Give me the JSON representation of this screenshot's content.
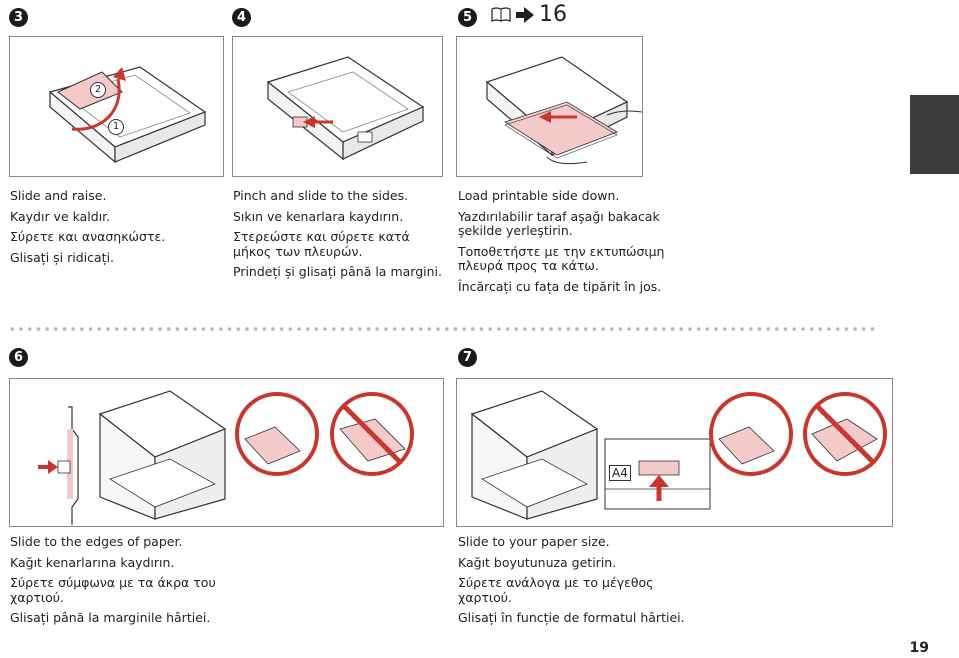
{
  "steps": {
    "s3": {
      "number": "3",
      "lines": [
        "Slide and raise.",
        "Kaydır ve kaldır.",
        "Σύρετε και ανασηκώστε.",
        "Glisați și ridicați."
      ],
      "callouts": [
        "2",
        "1"
      ]
    },
    "s4": {
      "number": "4",
      "lines": [
        "Pinch and slide to the sides.",
        "Sıkın ve kenarlara kaydırın.",
        "Στερεώστε και σύρετε κατά μήκος των πλευρών.",
        "Prindeți și glisați până la margini."
      ]
    },
    "s5": {
      "number": "5",
      "ref_page": "16",
      "ref_icon": "book-icon",
      "lines": [
        "Load printable side down.",
        "Yazdırılabilir taraf aşağı bakacak şekilde yerleştirin.",
        "Τοποθετήστε με την εκτυπώσιμη πλευρά προς τα κάτω.",
        "Încărcați cu fața de tipărit în jos."
      ]
    },
    "s6": {
      "number": "6",
      "lines": [
        "Slide to the edges of paper.",
        "Kağıt kenarlarına kaydırın.",
        "Σύρετε σύμφωνα με τα άκρα του χαρτιού.",
        "Glisați până la marginile hârtiei."
      ]
    },
    "s7": {
      "number": "7",
      "label_a4": "A4",
      "lines": [
        "Slide to your paper size.",
        "Kağıt boyutunuza getirin.",
        "Σύρετε ανάλογα με το μέγεθος χαρτιού.",
        "Glisați în funcție de formatul hârtiei."
      ]
    }
  },
  "page_number": "19",
  "colors": {
    "badge": "#1a1a1a",
    "accent_red": "#c8372f",
    "paper_pink": "#f4c9c9",
    "side_tab": "#3c3c3c"
  }
}
